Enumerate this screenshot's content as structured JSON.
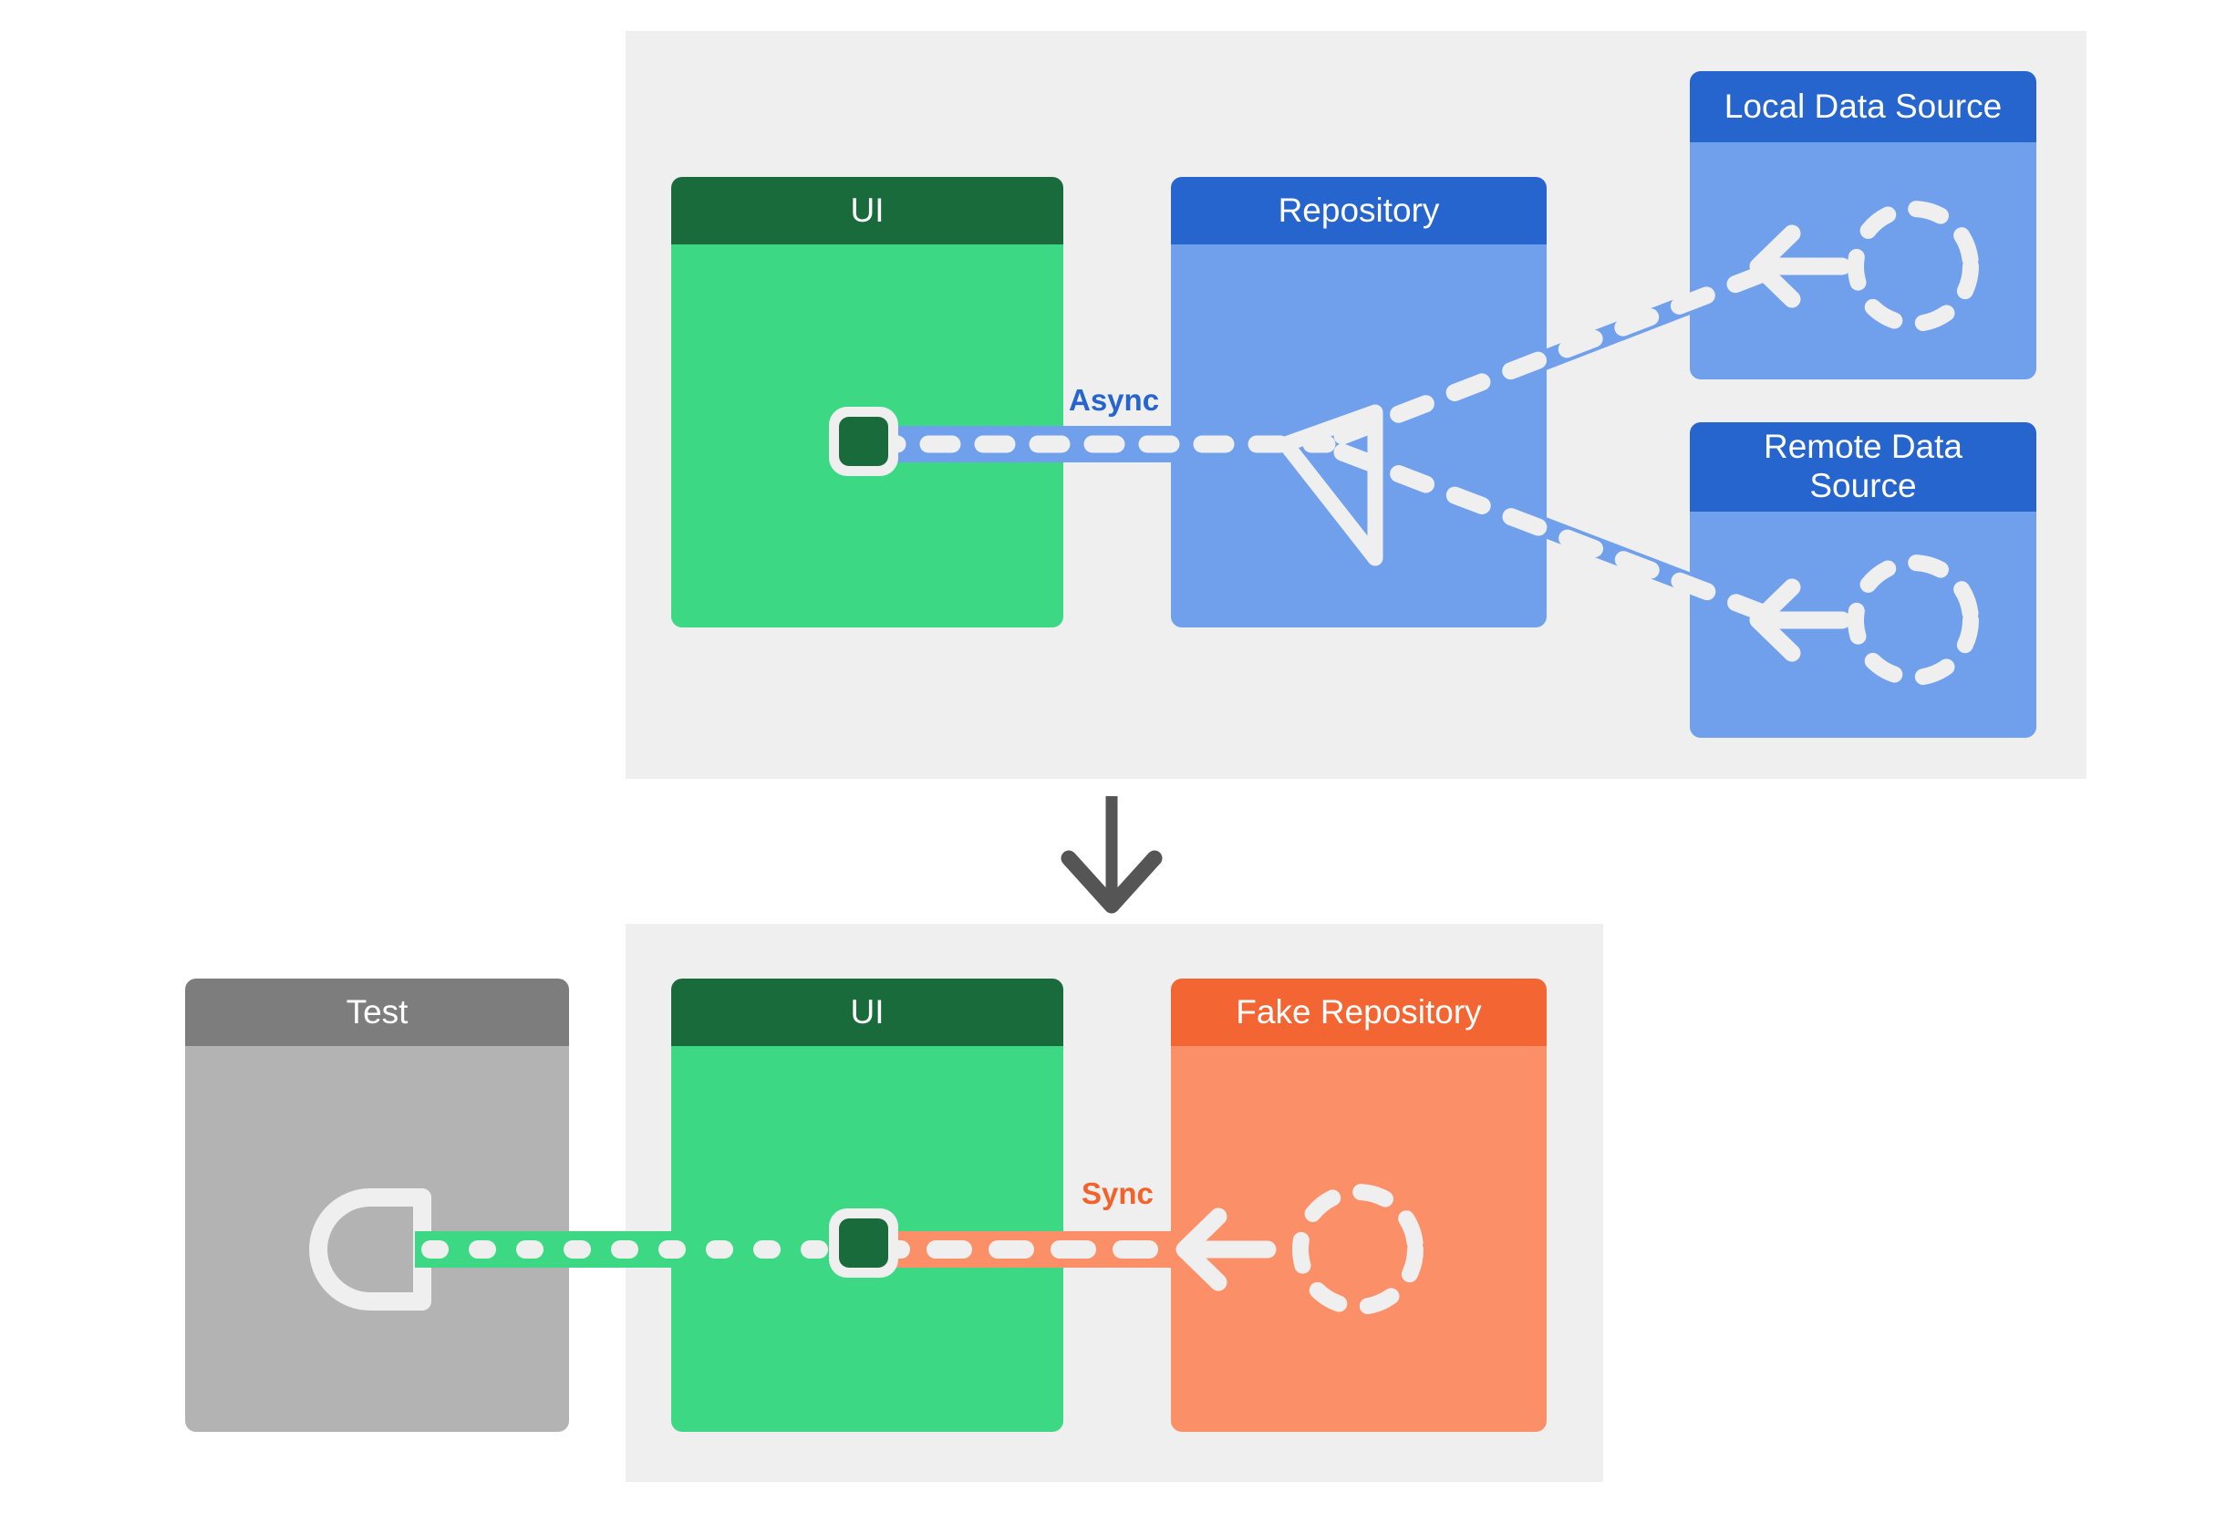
{
  "diagram": {
    "title": "Repository pattern: async production wiring vs. sync fake in tests",
    "colors": {
      "panel_background": "#efefef",
      "green_header": "#1a6b3c",
      "green_body": "#3cd884",
      "blue_header": "#2765ce",
      "blue_body": "#70a0ec",
      "orange_header": "#f46534",
      "orange_body": "#fb8f68",
      "gray_header": "#7d7d7d",
      "gray_body": "#b3b3b3",
      "async_label": "#2765ce",
      "sync_label": "#f4622c",
      "flow_arrow": "#555555",
      "connector_dash": "#efefef"
    },
    "sections": [
      {
        "id": "production",
        "cards": [
          "UI",
          "Repository",
          "Local Data Source",
          "Remote Data Source"
        ],
        "connector_label": "Async"
      },
      {
        "id": "test",
        "cards": [
          "Test",
          "UI",
          "Fake Repository"
        ],
        "connector_label": "Sync"
      }
    ]
  },
  "production": {
    "ui": {
      "title": "UI"
    },
    "repository": {
      "title": "Repository"
    },
    "local_data_source": {
      "title": "Local Data Source"
    },
    "remote_data_source": {
      "title": "Remote Data\nSource"
    },
    "connector": {
      "label": "Async"
    }
  },
  "test": {
    "test_card": {
      "title": "Test"
    },
    "ui": {
      "title": "UI"
    },
    "fake_repository": {
      "title": "Fake Repository"
    },
    "connector": {
      "label": "Sync"
    }
  },
  "flow": {
    "arrow_direction": "down"
  }
}
